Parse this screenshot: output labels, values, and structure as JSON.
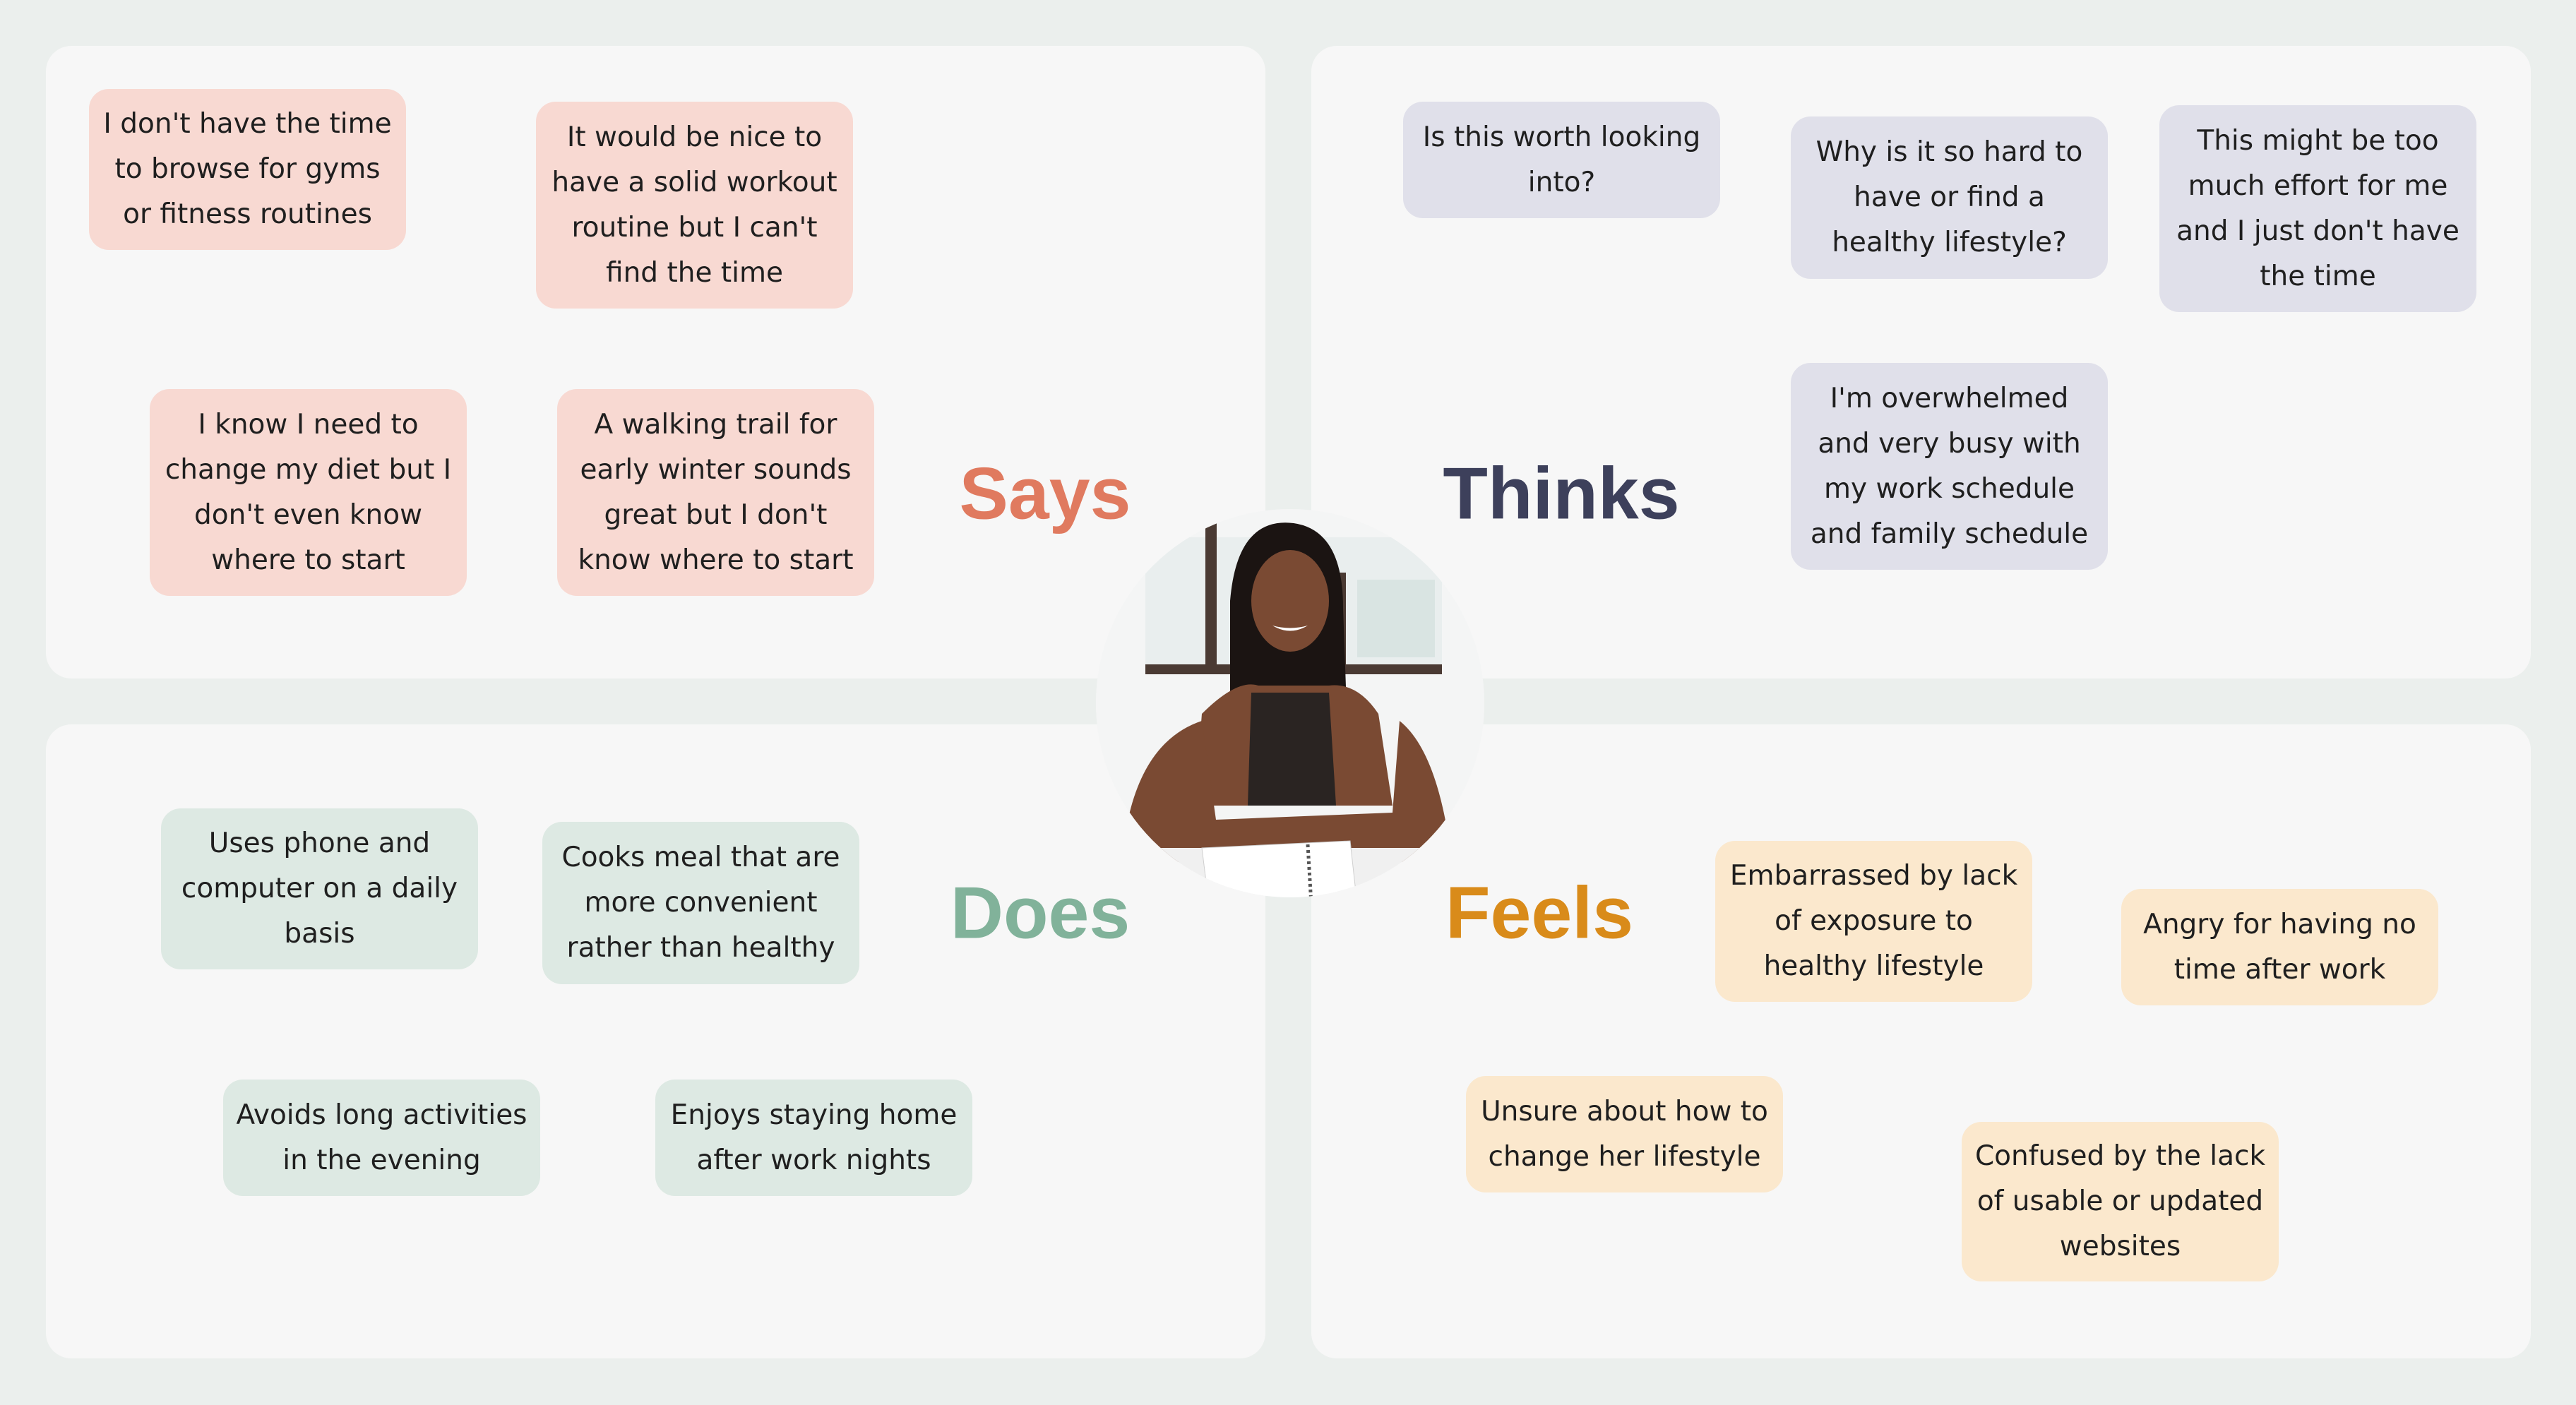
{
  "quadrants": {
    "says": {
      "title": "Says",
      "notes": [
        "I don't have the time to browse for gyms or fitness routines",
        "It would be nice to have a solid workout routine but I can't find the time",
        "I know I need to change my diet but I don't even know where to start",
        "A walking trail for early winter sounds great but I don't know where to start"
      ]
    },
    "thinks": {
      "title": "Thinks",
      "notes": [
        "Is this worth looking into?",
        "Why is it so hard to have or find a healthy lifestyle?",
        "This might be too much effort for me and I just don't have the time",
        "I'm overwhelmed and very busy with my work schedule and family schedule"
      ]
    },
    "does": {
      "title": "Does",
      "notes": [
        "Uses phone and computer on a daily basis",
        "Cooks meal that are more convenient rather than healthy",
        "Avoids long activities in the evening",
        "Enjoys staying home after work nights"
      ]
    },
    "feels": {
      "title": "Feels",
      "notes": [
        "Embarrassed by lack of exposure to healthy lifestyle",
        "Angry for having no time after work",
        "Unsure about how to change her lifestyle",
        "Confused by the lack of usable or updated websites"
      ]
    }
  },
  "colors": {
    "says": "#e07a5f",
    "thinks": "#3d405b",
    "does": "#81b29a",
    "feels": "#d98b1a"
  }
}
